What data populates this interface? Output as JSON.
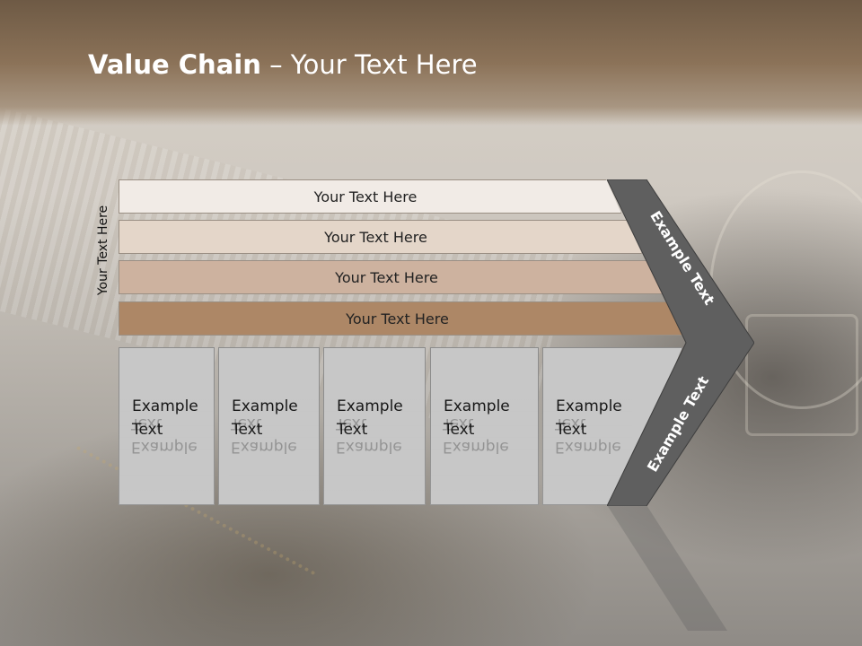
{
  "title": {
    "bold": "Value Chain",
    "rest": " – Your Text Here"
  },
  "vertical_label": "Your Text Here",
  "bars": [
    {
      "label": "Your Text Here"
    },
    {
      "label": "Your Text Here"
    },
    {
      "label": "Your Text Here"
    },
    {
      "label": "Your Text Here"
    }
  ],
  "columns": [
    {
      "line1": "Example",
      "line2": "Text"
    },
    {
      "line1": "Example",
      "line2": "Text"
    },
    {
      "line1": "Example",
      "line2": "Text"
    },
    {
      "line1": "Example",
      "line2": "Text"
    },
    {
      "line1": "Example",
      "line2": "Text"
    }
  ],
  "chevron": {
    "top_label": "Example Text",
    "bottom_label": "Example Text"
  },
  "colors": {
    "header": "#7a6650",
    "bar1": "#f1ebe6",
    "bar2": "#e4d6c9",
    "bar3": "#cdb29f",
    "bar4": "#ad8766",
    "column": "#c7c7c7",
    "chevron": "#5f5f5f"
  }
}
